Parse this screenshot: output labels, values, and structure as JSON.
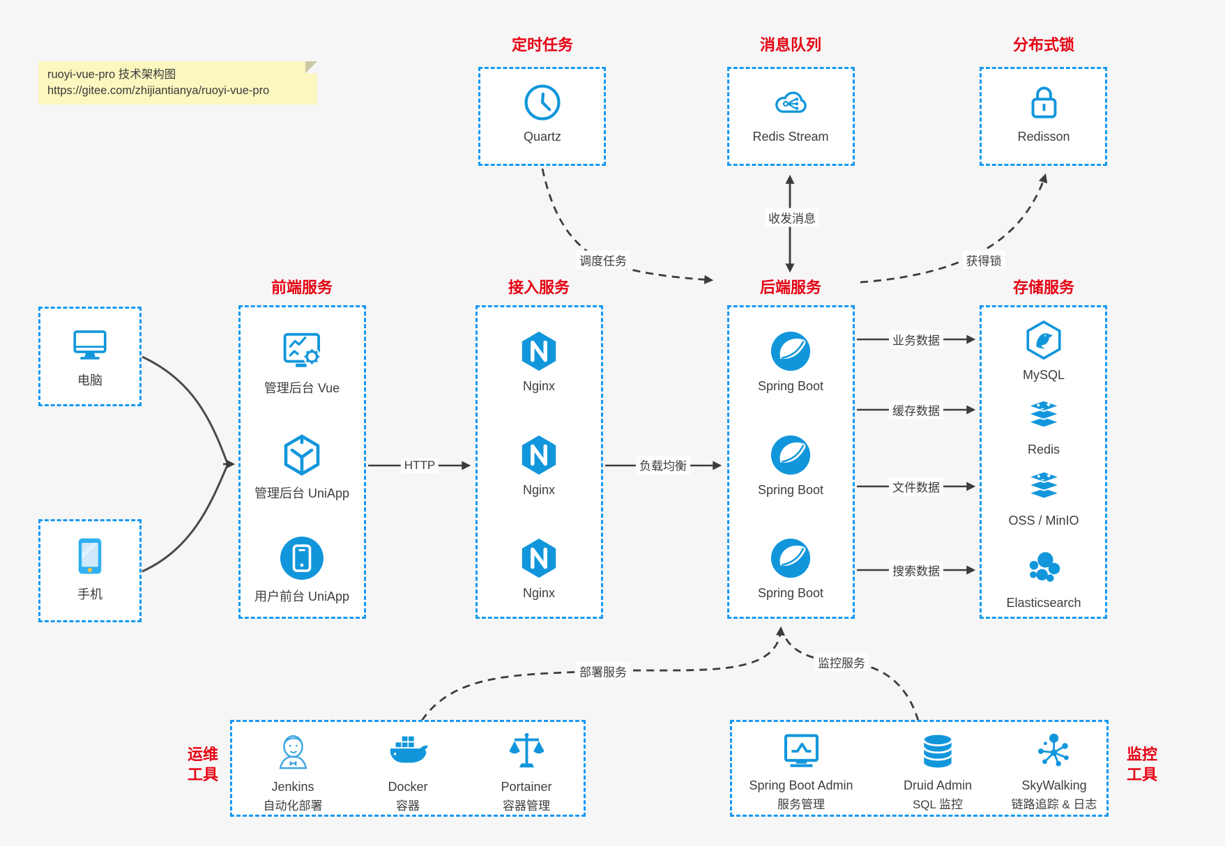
{
  "note": {
    "line1": "ruoyi-vue-pro 技术架构图",
    "line2": "https://gitee.com/zhijiantianya/ruoyi-vue-pro"
  },
  "groups": {
    "scheduler": {
      "title": "定时任务",
      "item": {
        "label": "Quartz"
      }
    },
    "mq": {
      "title": "消息队列",
      "item": {
        "label": "Redis Stream"
      }
    },
    "lock": {
      "title": "分布式锁",
      "item": {
        "label": "Redisson"
      }
    },
    "clients": {
      "items": [
        {
          "label": "电脑"
        },
        {
          "label": "手机"
        }
      ]
    },
    "frontend": {
      "title": "前端服务",
      "items": [
        {
          "label": "管理后台 Vue"
        },
        {
          "label": "管理后台 UniApp"
        },
        {
          "label": "用户前台 UniApp"
        }
      ]
    },
    "gateway": {
      "title": "接入服务",
      "items": [
        {
          "label": "Nginx"
        },
        {
          "label": "Nginx"
        },
        {
          "label": "Nginx"
        }
      ]
    },
    "backend": {
      "title": "后端服务",
      "items": [
        {
          "label": "Spring Boot"
        },
        {
          "label": "Spring Boot"
        },
        {
          "label": "Spring Boot"
        }
      ]
    },
    "storage": {
      "title": "存储服务",
      "items": [
        {
          "label": "MySQL"
        },
        {
          "label": "Redis"
        },
        {
          "label": "OSS / MinIO"
        },
        {
          "label": "Elasticsearch"
        }
      ]
    },
    "devops": {
      "side": [
        "运维",
        "工具"
      ],
      "items": [
        {
          "name": "Jenkins",
          "desc": "自动化部署"
        },
        {
          "name": "Docker",
          "desc": "容器"
        },
        {
          "name": "Portainer",
          "desc": "容器管理"
        }
      ]
    },
    "monitor": {
      "side": [
        "监控",
        "工具"
      ],
      "items": [
        {
          "name": "Spring Boot Admin",
          "desc": "服务管理"
        },
        {
          "name": "Druid Admin",
          "desc": "SQL 监控"
        },
        {
          "name": "SkyWalking",
          "desc": "链路追踪 & 日志"
        }
      ]
    }
  },
  "edges": {
    "http": "HTTP",
    "load_balance": "负载均衡",
    "biz_data": "业务数据",
    "cache_data": "缓存数据",
    "file_data": "文件数据",
    "search_data": "搜索数据",
    "schedule": "调度任务",
    "messages": "收发消息",
    "acquire_lock": "获得锁",
    "deploy": "部署服务",
    "monitor": "监控服务"
  },
  "colors": {
    "box_border_blue": "#1599f2",
    "icon_blue": "#1296db",
    "title_red": "#e60012",
    "note_bg": "#fbf7bf",
    "arrow_dark": "#3c3c3c",
    "canvas_bg": "#f6f6f6"
  }
}
